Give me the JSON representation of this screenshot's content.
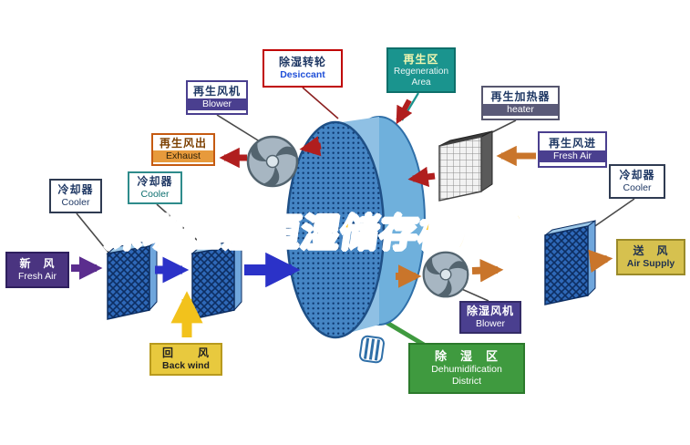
{
  "watermark": {
    "text": "深圳恒温恒湿储存柜厂家",
    "color": "#FFC61A"
  },
  "diagram": {
    "labels": {
      "desiccant": {
        "zh": "除湿转轮",
        "en": "Desiccant"
      },
      "regeneration_area": {
        "zh": "再生区",
        "en": "Regeneration Area"
      },
      "regen_blower": {
        "zh": "再生风机",
        "en": "Blower"
      },
      "regen_heater": {
        "zh": "再生加热器",
        "en": "heater"
      },
      "regen_exhaust": {
        "zh": "再生风出",
        "en": "Exhaust"
      },
      "regen_fresh_air": {
        "zh": "再生风进",
        "en": "Fresh Air"
      },
      "cooler_left": {
        "zh": "冷却器",
        "en": "Cooler"
      },
      "cooler_mid": {
        "zh": "冷却器",
        "en": "Cooler"
      },
      "cooler_right": {
        "zh": "冷却器",
        "en": "Cooler"
      },
      "fresh_air": {
        "zh": "新　风",
        "en": "Fresh Air"
      },
      "air_supply": {
        "zh": "送　风",
        "en": "Air Supply"
      },
      "back_wind": {
        "zh": "回　　风",
        "en": "Back wind"
      },
      "dehumid_blower": {
        "zh": "除湿风机",
        "en": "Blower"
      },
      "dehumid_district": {
        "zh": "除　湿　区",
        "en_line1": "Dehumidification",
        "en_line2": "District"
      }
    },
    "colors": {
      "process_air_arrow": "#2B32C8",
      "regen_hot_arrow": "#B01E1E",
      "regen_warm_arrow": "#C9752B",
      "return_air_arrow": "#F2C21C",
      "fresh_air_arrow": "#5B2D8E",
      "wheel_face": "#4585C4",
      "cooler_fill": "#2E68B8",
      "dehumid_zone_green": "#3F9A3F",
      "regen_zone_teal": "#1A948E",
      "purple_box": "#4A3F8F",
      "yellow_box": "#E8C93E"
    }
  }
}
